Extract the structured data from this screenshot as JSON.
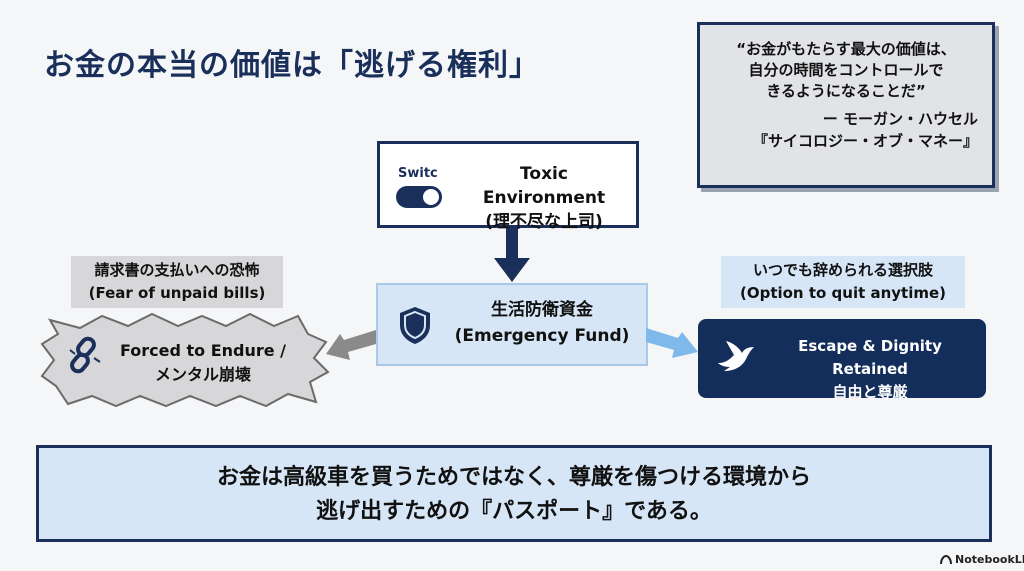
{
  "title": "お金の本当の価値は「逃げる権利」",
  "quote": {
    "lines": [
      "“お金がもたらす最大の価値は、",
      "自分の時間をコントロールで",
      "きるようになることだ”"
    ],
    "author": "ー モーガン・ハウセル",
    "book": "『サイコロジー・オブ・マネー』"
  },
  "toxic": {
    "switch_label": "Switc",
    "line1": "Toxic Environment",
    "line2": "(理不尽な上司)",
    "icon": "toggle-switch-icon"
  },
  "fund": {
    "line1": "生活防衛資金",
    "line2": "(Emergency Fund)",
    "icon": "shield-icon"
  },
  "left": {
    "label_jp": "請求書の支払いへの恐怖",
    "label_en": "(Fear of unpaid bills)",
    "outcome1": "Forced to Endure /",
    "outcome2": "メンタル崩壊",
    "icon": "broken-chain-icon"
  },
  "right": {
    "label_jp": "いつでも辞められる選択肢",
    "label_en": "(Option to quit anytime)",
    "outcome1": "Escape & Dignity Retained",
    "outcome2": "自由と尊厳",
    "icon": "dove-icon"
  },
  "conclusion": {
    "line1": "お金は高級車を買うためではなく、尊厳を傷つける環境から",
    "line2": "逃げ出すための『パスポート』である。"
  },
  "brand": "NotebookLM",
  "colors": {
    "navy": "#1a2f5a",
    "light_blue": "#d6e6f7",
    "gray": "#d7d7d9",
    "arrow_blue": "#7fb8ea",
    "arrow_gray": "#8a8a8a"
  }
}
